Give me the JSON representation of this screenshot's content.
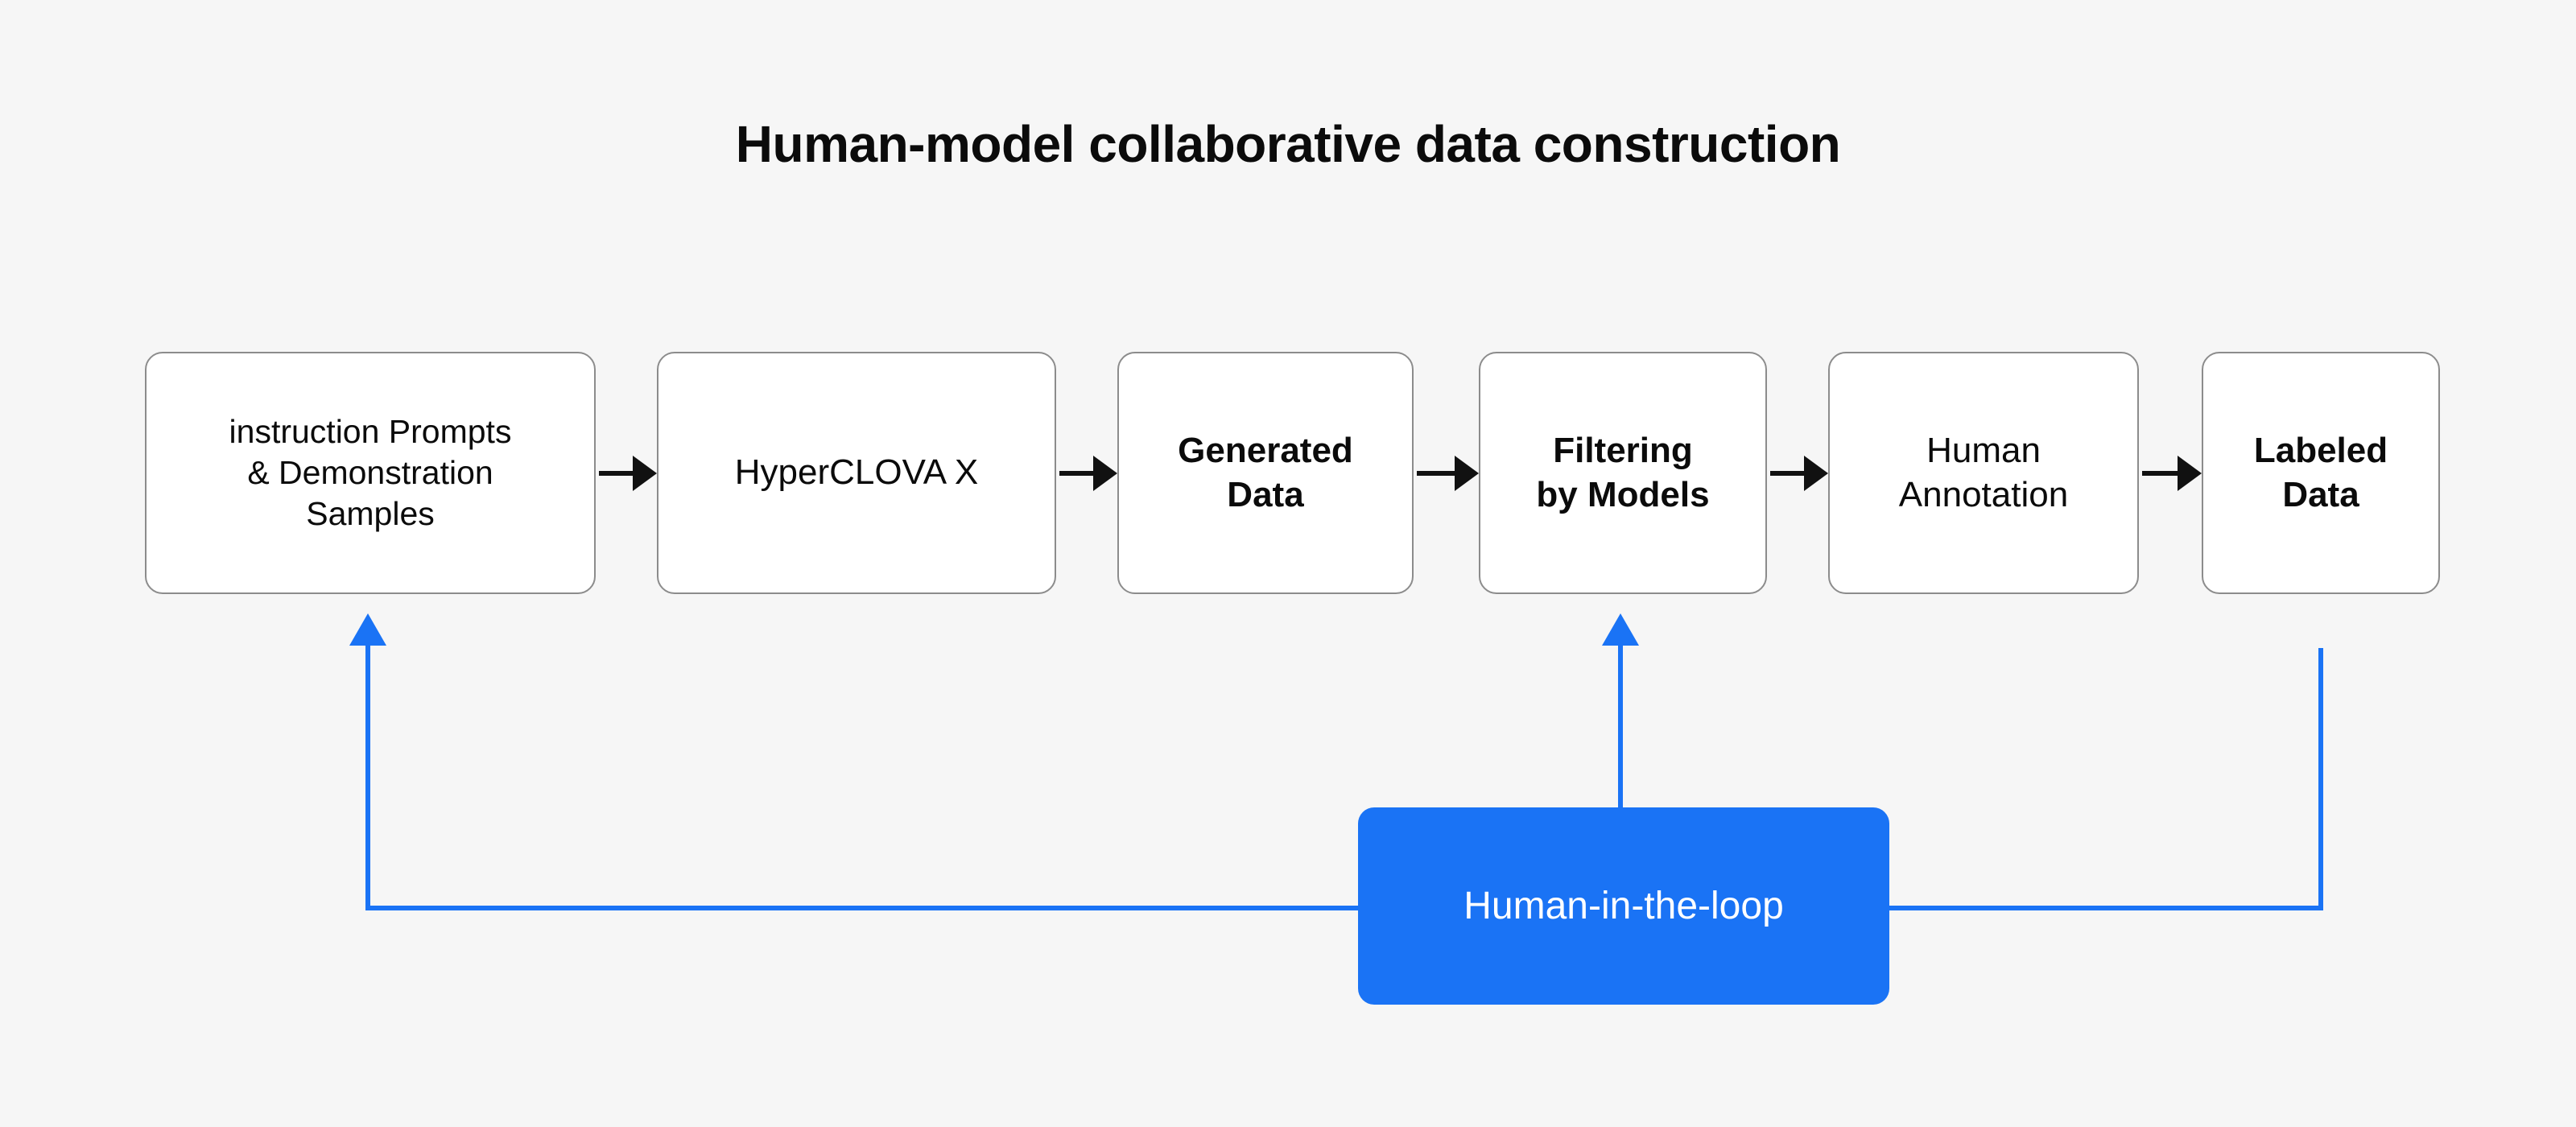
{
  "page": {
    "title": "Human-model collaborative data construction",
    "background_color": "#f6f6f6",
    "accent_color": "#1a73f5",
    "node_border_color": "#8c8c8c",
    "node_fill_color": "#ffffff",
    "arrow_color": "#111111"
  },
  "flow": {
    "nodes": [
      {
        "id": "instruction-prompts",
        "label": "instruction Prompts\n& Demonstration\nSamples",
        "weight": "regular"
      },
      {
        "id": "hyperclova-x",
        "label": "HyperCLOVA X",
        "weight": "regular"
      },
      {
        "id": "generated-data",
        "label": "Generated\nData",
        "weight": "bold"
      },
      {
        "id": "filtering-by-models",
        "label": "Filtering\nby Models",
        "weight": "bold"
      },
      {
        "id": "human-annotation",
        "label": "Human\nAnnotation",
        "weight": "regular"
      },
      {
        "id": "labeled-data",
        "label": "Labeled\nData",
        "weight": "bold"
      }
    ],
    "highlight_node": {
      "id": "human-in-the-loop",
      "label": "Human-in-the-loop",
      "color": "#1a73f5",
      "text_color": "#ffffff"
    },
    "forward_connectors": [
      {
        "from": "instruction-prompts",
        "to": "hyperclova-x",
        "style": "arrow",
        "color": "#111111"
      },
      {
        "from": "hyperclova-x",
        "to": "generated-data",
        "style": "arrow",
        "color": "#111111"
      },
      {
        "from": "generated-data",
        "to": "filtering-by-models",
        "style": "arrow",
        "color": "#111111"
      },
      {
        "from": "filtering-by-models",
        "to": "human-annotation",
        "style": "arrow",
        "color": "#111111"
      },
      {
        "from": "human-annotation",
        "to": "labeled-data",
        "style": "arrow",
        "color": "#111111"
      }
    ],
    "feedback_connectors": [
      {
        "from": "human-in-the-loop",
        "to": "filtering-by-models",
        "style": "arrow",
        "color": "#1a73f5"
      },
      {
        "from": "human-in-the-loop",
        "to": "instruction-prompts",
        "style": "arrow",
        "color": "#1a73f5"
      },
      {
        "from": "labeled-data",
        "to": "human-in-the-loop",
        "style": "line",
        "color": "#1a73f5"
      }
    ]
  }
}
